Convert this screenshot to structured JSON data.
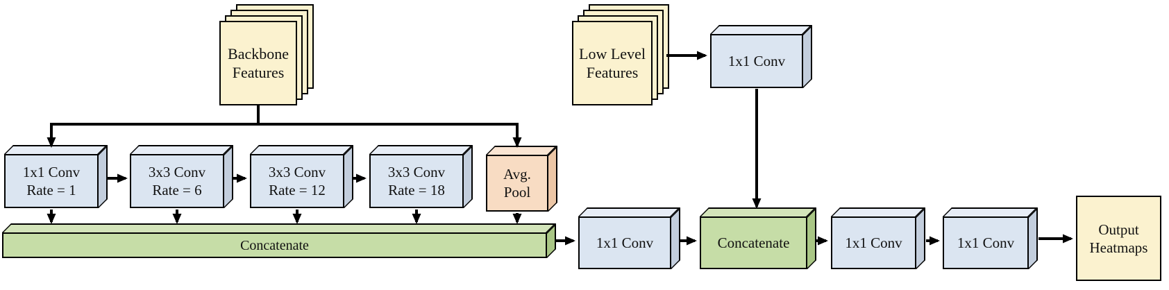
{
  "diagram": {
    "type": "neural-network-architecture",
    "nodes": {
      "backbone": {
        "lines": [
          "Backbone",
          "Features"
        ]
      },
      "low_level": {
        "lines": [
          "Low Level",
          "Features"
        ]
      },
      "aspp_1x1": {
        "lines": [
          "1x1 Conv",
          "Rate = 1"
        ]
      },
      "aspp_3x3_r6": {
        "lines": [
          "3x3 Conv",
          "Rate = 6"
        ]
      },
      "aspp_3x3_r12": {
        "lines": [
          "3x3 Conv",
          "Rate = 12"
        ]
      },
      "aspp_3x3_r18": {
        "lines": [
          "3x3 Conv",
          "Rate = 18"
        ]
      },
      "avg_pool": {
        "lines": [
          "Avg.",
          "Pool"
        ]
      },
      "aspp_concat": {
        "label": "Concatenate"
      },
      "proj_conv": {
        "label": "1x1 Conv"
      },
      "low_level_conv": {
        "label": "1x1 Conv"
      },
      "decoder_concat": {
        "label": "Concatenate"
      },
      "decoder_conv1": {
        "label": "1x1 Conv"
      },
      "decoder_conv2": {
        "label": "1x1 Conv"
      },
      "output": {
        "lines": [
          "Output",
          "Heatmaps"
        ]
      }
    },
    "edges": [
      {
        "from": "backbone",
        "to": "aspp_1x1"
      },
      {
        "from": "backbone",
        "to": "avg_pool"
      },
      {
        "from": "aspp_1x1",
        "to": "aspp_3x3_r6"
      },
      {
        "from": "aspp_3x3_r6",
        "to": "aspp_3x3_r12"
      },
      {
        "from": "aspp_3x3_r12",
        "to": "aspp_3x3_r18"
      },
      {
        "from": "aspp_1x1",
        "to": "aspp_concat"
      },
      {
        "from": "aspp_3x3_r6",
        "to": "aspp_concat"
      },
      {
        "from": "aspp_3x3_r12",
        "to": "aspp_concat"
      },
      {
        "from": "aspp_3x3_r18",
        "to": "aspp_concat"
      },
      {
        "from": "avg_pool",
        "to": "aspp_concat"
      },
      {
        "from": "aspp_concat",
        "to": "proj_conv"
      },
      {
        "from": "proj_conv",
        "to": "decoder_concat"
      },
      {
        "from": "low_level",
        "to": "low_level_conv"
      },
      {
        "from": "low_level_conv",
        "to": "decoder_concat"
      },
      {
        "from": "decoder_concat",
        "to": "decoder_conv1"
      },
      {
        "from": "decoder_conv1",
        "to": "decoder_conv2"
      },
      {
        "from": "decoder_conv2",
        "to": "output"
      }
    ]
  },
  "colors": {
    "conv_box": "#dbe5f1",
    "conv_box_top": "#e7edf6",
    "conv_box_side": "#c3cedd",
    "concat_box": "#c6dda7",
    "concat_box_top": "#d3e4ba",
    "concat_box_side": "#a9c685",
    "pool_box": "#f8dcc3",
    "pool_box_top": "#fae5d3",
    "pool_box_side": "#ecc6a6",
    "features_box": "#fbf2cf",
    "outline": "#000000"
  }
}
